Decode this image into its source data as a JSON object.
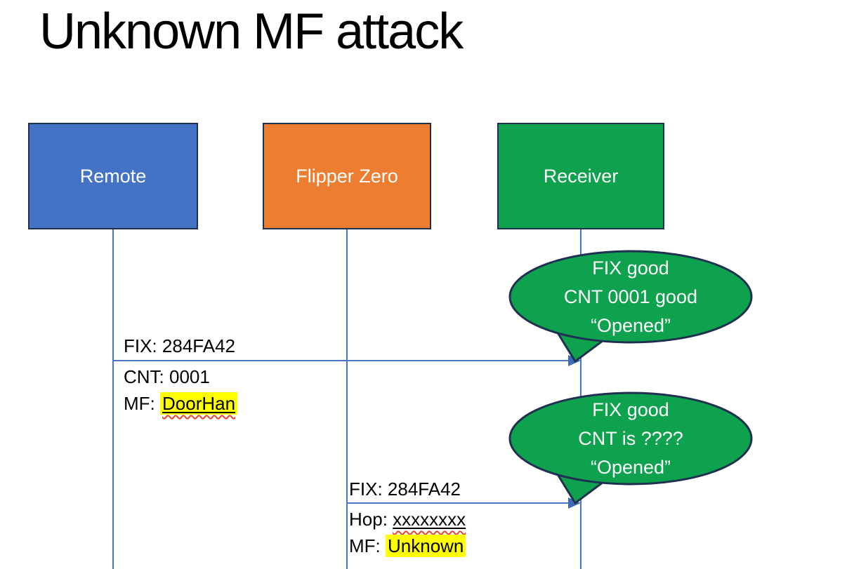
{
  "title": "Unknown MF attack",
  "actors": {
    "remote": {
      "label": "Remote",
      "color": "#4472C4"
    },
    "flipper": {
      "label": "Flipper Zero",
      "color": "#ED7D31"
    },
    "receiver": {
      "label": "Receiver",
      "color": "#0EA24E"
    }
  },
  "messages": {
    "m1": {
      "from": "Remote",
      "to": "Receiver",
      "fix": "FIX: 284FA42",
      "cnt": "CNT: 0001",
      "mf_prefix": "MF: ",
      "mf_value": "DoorHan"
    },
    "m2": {
      "from": "Flipper Zero",
      "to": "Receiver",
      "fix": "FIX: 284FA42",
      "hop_prefix": "Hop: ",
      "hop_value": "xxxxxxxx",
      "mf_prefix": "MF: ",
      "mf_value": "Unknown"
    }
  },
  "bubbles": {
    "b1": {
      "line1": "FIX good",
      "line2": "CNT 0001 good",
      "line3": "“Opened”"
    },
    "b2": {
      "line1": "FIX good",
      "line2": "CNT is ????",
      "line3": "“Opened”"
    }
  },
  "colors": {
    "highlight": "#FFFF00",
    "connector": "#4777C0",
    "shape_border": "#1F3050",
    "bubble_fill": "#0EA24E",
    "squiggle": "#E8432E"
  }
}
